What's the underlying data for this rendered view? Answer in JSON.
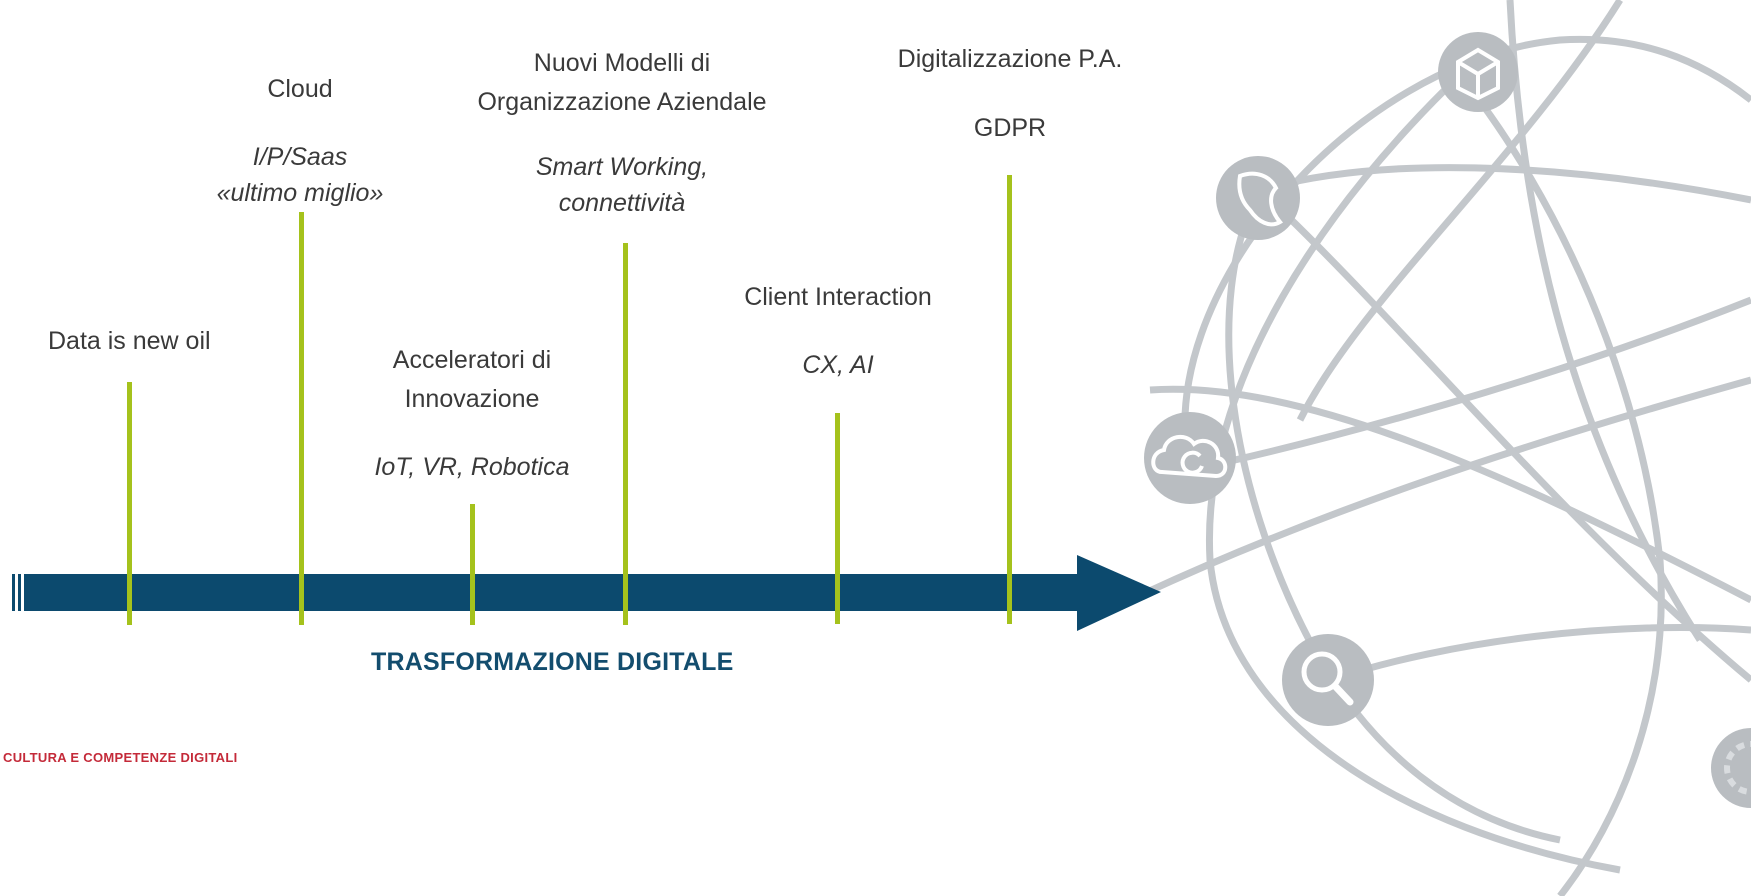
{
  "milestones": [
    {
      "title": [
        "Data is new oil"
      ],
      "subtitle": []
    },
    {
      "title": [
        "Cloud"
      ],
      "subtitle": [
        "I/P/Saas",
        "«ultimo miglio»"
      ]
    },
    {
      "title": [
        "Acceleratori di",
        "Innovazione"
      ],
      "subtitle": [
        "IoT, VR, Robotica"
      ]
    },
    {
      "title": [
        "Nuovi Modelli di",
        "Organizzazione Aziendale"
      ],
      "subtitle": [
        "Smart Working,",
        "connettività"
      ]
    },
    {
      "title": [
        "Client Interaction"
      ],
      "subtitle": [
        "CX, AI"
      ]
    },
    {
      "title": [
        "Digitalizzazione P.A."
      ],
      "subtitle": [
        "GDPR"
      ]
    }
  ],
  "arrow_label": "TRASFORMAZIONE DIGITALE",
  "footer": "CULTURA E COMPETENZE DIGITALI",
  "colors": {
    "arrow": "#0c4a6e",
    "tick": "#a5c21c",
    "arrow_label": "#134d6e",
    "footer": "#c42a39",
    "network": "#c8ccd0",
    "text": "#3a3a3a"
  },
  "network_icons": [
    "box-icon",
    "italy-map-icon",
    "cloud-sync-icon",
    "magnifier-icon",
    "gear-icon"
  ]
}
